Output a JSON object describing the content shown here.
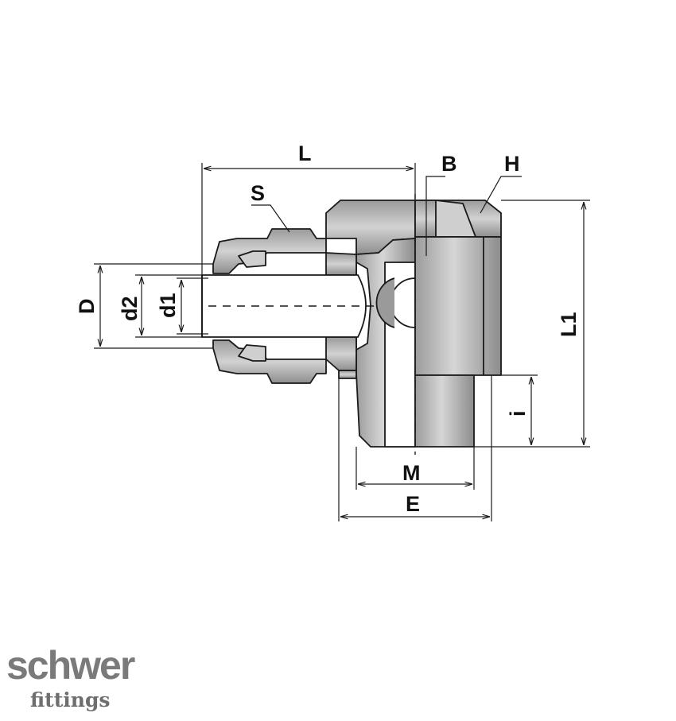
{
  "labels": {
    "L": "L",
    "S": "S",
    "B": "B",
    "H": "H",
    "D": "D",
    "d2": "d2",
    "d1": "d1",
    "L1": "L1",
    "i": "i",
    "M": "M",
    "E": "E"
  },
  "logo": {
    "name": "schwer",
    "tagline": "fittings"
  },
  "colors": {
    "line": "#1a1a1a",
    "part_fill": "#b5b5b5",
    "bore_fill": "#ffffff",
    "logo": "#7a7a7a"
  }
}
